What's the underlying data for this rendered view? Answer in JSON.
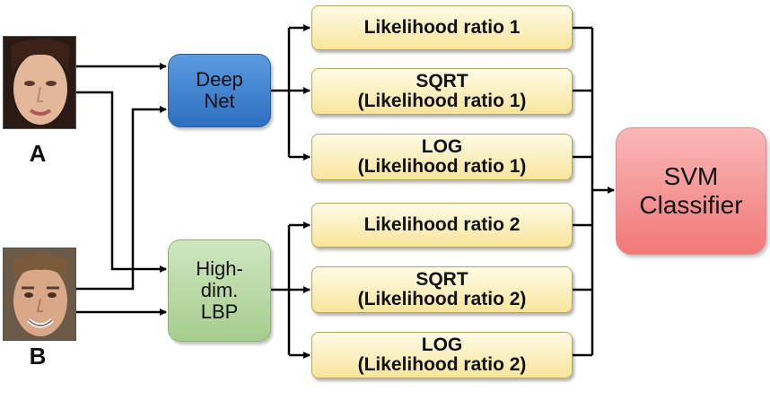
{
  "inputs": {
    "a": {
      "label": "A"
    },
    "b": {
      "label": "B"
    }
  },
  "features": {
    "deep_net": {
      "line1": "Deep",
      "line2": "Net"
    },
    "lbp": {
      "line1": "High-",
      "line2": "dim.",
      "line3": "LBP"
    }
  },
  "ratios": [
    {
      "line1": "Likelihood ratio 1",
      "line2": ""
    },
    {
      "line1": "SQRT",
      "line2": "(Likelihood ratio 1)"
    },
    {
      "line1": "LOG",
      "line2": "(Likelihood ratio 1)"
    },
    {
      "line1": "Likelihood ratio 2",
      "line2": ""
    },
    {
      "line1": "SQRT",
      "line2": "(Likelihood ratio 2)"
    },
    {
      "line1": "LOG",
      "line2": "(Likelihood ratio 2)"
    }
  ],
  "classifier": {
    "line1": "SVM",
    "line2": "Classifier"
  },
  "colors": {
    "deep_net": "#3b7fd0",
    "lbp": "#b5d7a0",
    "ratio": "#f9e7a2",
    "svm": "#f49090",
    "wire": "#000000"
  }
}
